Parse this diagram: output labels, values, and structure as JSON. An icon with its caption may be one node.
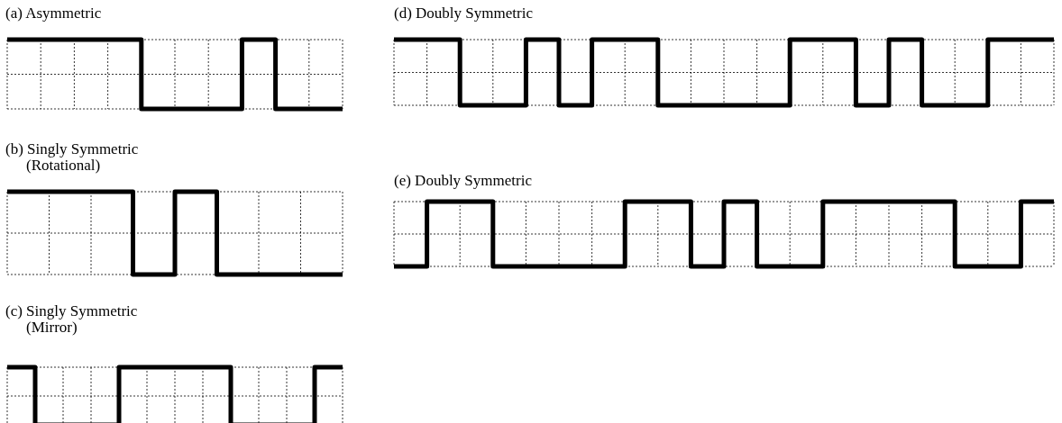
{
  "diagram": {
    "labels": [
      "(a) Asymmetric",
      "(d) Doubly Symmetric",
      "(b) Singly Symmetric (Rotational)",
      "(e) Doubly Symmetric",
      "(c) Singly Symmetric (Mirror)"
    ]
  }
}
